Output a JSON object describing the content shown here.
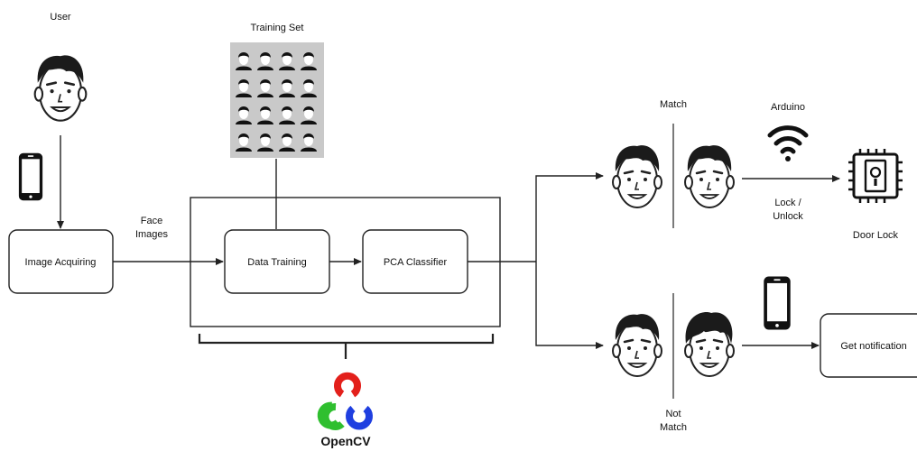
{
  "labels": {
    "user": "User",
    "training_set": "Training Set",
    "face_images_line1": "Face",
    "face_images_line2": "Images",
    "match": "Match",
    "arduino": "Arduino",
    "lock_line1": "Lock /",
    "lock_line2": "Unlock",
    "door_lock": "Door Lock",
    "not_match_line1": "Not",
    "not_match_line2": "Match",
    "opencv": "OpenCV"
  },
  "boxes": {
    "image_acquiring": "Image Acquiring",
    "data_training": "Data Training",
    "pca_classifier": "PCA Classifier",
    "get_notification": "Get notification"
  },
  "icons": {
    "user": "user-face-icon",
    "phone_user": "smartphone-icon",
    "training_set": "face-grid-icon",
    "wifi": "wifi-icon",
    "door_lock": "door-lock-chip-icon",
    "phone_notify": "smartphone-icon",
    "opencv_logo": "opencv-logo-icon"
  },
  "colors": {
    "line": "#222222",
    "opencv_red": "#e3201b",
    "opencv_green": "#2fbf2f",
    "opencv_blue": "#1f3fe0",
    "grid_bg": "#c9c9c9"
  }
}
